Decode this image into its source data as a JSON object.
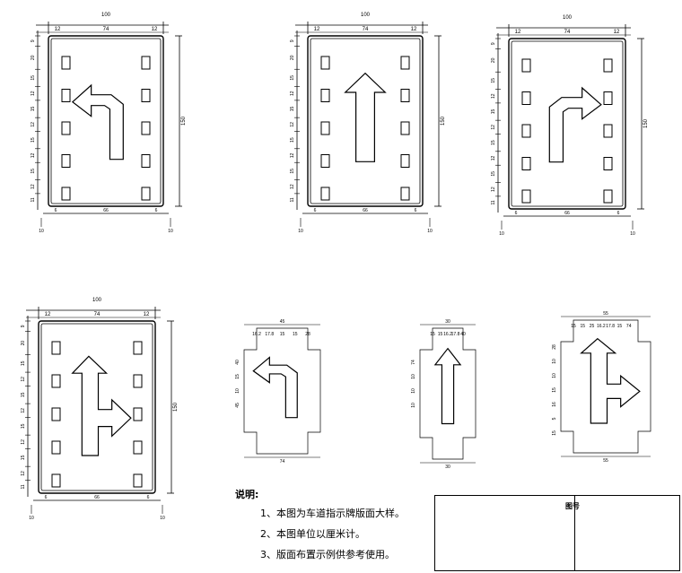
{
  "signs": [
    {
      "direction": "left-turn",
      "width_label": "100",
      "top_dims": [
        "12",
        "74",
        "12"
      ],
      "height_label": "150",
      "left_dims": [
        "9",
        "20",
        "15",
        "12",
        "15",
        "12",
        "15",
        "12",
        "15",
        "12",
        "11"
      ],
      "bottom_dims": [
        "6",
        "66",
        "6"
      ],
      "corner_labels": [
        "10",
        "10"
      ]
    },
    {
      "direction": "straight",
      "width_label": "100",
      "top_dims": [
        "12",
        "74",
        "12"
      ],
      "height_label": "150",
      "left_dims": [
        "9",
        "20",
        "15",
        "12",
        "15",
        "12",
        "15",
        "12",
        "15",
        "12",
        "11"
      ],
      "bottom_dims": [
        "6",
        "66",
        "6"
      ],
      "corner_labels": [
        "10",
        "10"
      ]
    },
    {
      "direction": "right-turn",
      "width_label": "100",
      "top_dims": [
        "12",
        "74",
        "12"
      ],
      "height_label": "150",
      "left_dims": [
        "9",
        "20",
        "15",
        "12",
        "15",
        "12",
        "15",
        "12",
        "15",
        "12",
        "11"
      ],
      "bottom_dims": [
        "6",
        "66",
        "6"
      ],
      "corner_labels": [
        "10",
        "10"
      ]
    },
    {
      "direction": "straight-right",
      "width_label": "100",
      "top_dims": [
        "12",
        "74",
        "12"
      ],
      "height_label": "150",
      "left_dims": [
        "9",
        "20",
        "15",
        "12",
        "15",
        "12",
        "15",
        "12",
        "15",
        "12",
        "11"
      ],
      "bottom_dims": [
        "6",
        "66",
        "6"
      ],
      "corner_labels": [
        "10",
        "10"
      ]
    }
  ],
  "arrow_details": [
    {
      "kind": "left-turn",
      "dims": [
        "45",
        "16.2",
        "17.8",
        "15",
        "15",
        "28",
        "40",
        "15",
        "10",
        "45",
        "74"
      ]
    },
    {
      "kind": "straight",
      "dims": [
        "30",
        "15",
        "15",
        "16.2",
        "17.8",
        "40",
        "74",
        "10",
        "10",
        "10",
        "30"
      ]
    },
    {
      "kind": "straight-right",
      "dims": [
        "55",
        "15",
        "15",
        "25",
        "16.2",
        "17.8",
        "15",
        "74",
        "28",
        "10",
        "10",
        "15",
        "16",
        "5",
        "15",
        "55"
      ]
    }
  ],
  "notes": {
    "heading": "说明:",
    "items": [
      "1、本图为车道指示牌版面大样。",
      "2、本图单位以厘米计。",
      "3、版面布置示例供参考使用。"
    ]
  },
  "title_block": {
    "label": "图号"
  }
}
